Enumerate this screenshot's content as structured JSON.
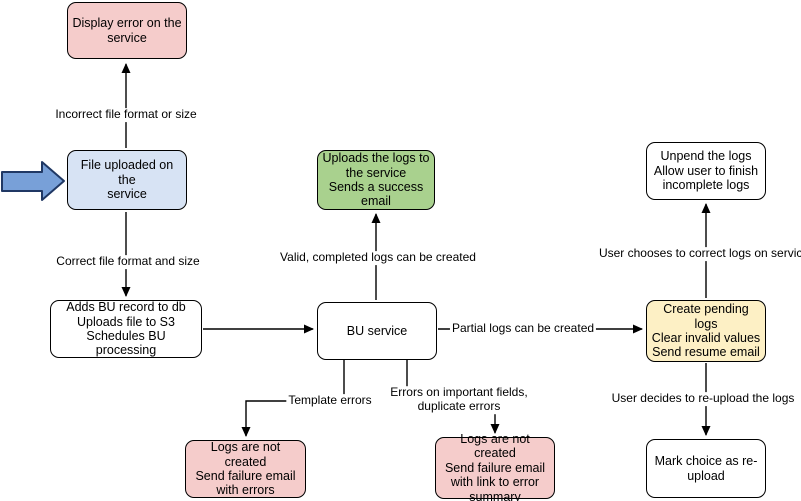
{
  "diagram": {
    "nodes": {
      "display_error": {
        "label": "Display error on the\nservice",
        "fill": "#f5cccb"
      },
      "file_uploaded": {
        "label": "File uploaded on the\nservice",
        "fill": "#d7e3f4"
      },
      "adds_bu_record": {
        "label": "Adds BU record to db\nUploads file to S3\nSchedules BU processing",
        "fill": "#ffffff"
      },
      "bu_service": {
        "label": "BU service",
        "fill": "#ffffff"
      },
      "upload_success": {
        "label": "Uploads the logs to\nthe service\nSends a success\nemail",
        "fill": "#a9d18e"
      },
      "unpend_logs": {
        "label": "Unpend the logs\nAllow user to finish\nincomplete logs",
        "fill": "#ffffff"
      },
      "create_pending_logs": {
        "label": "Create pending logs\nClear invalid values\nSend resume email",
        "fill": "#fdf0c5"
      },
      "mark_reupload": {
        "label": "Mark choice as re-\nupload",
        "fill": "#ffffff"
      },
      "logs_not_created_errors": {
        "label": "Logs are not created\nSend failure email\nwith errors",
        "fill": "#f5cccb"
      },
      "logs_not_created_summary": {
        "label": "Logs are not created\nSend failure email\nwith link to error\nsummary",
        "fill": "#f5cccb"
      }
    },
    "edge_labels": {
      "incorrect_format": "Incorrect file format or size",
      "correct_format": "Correct file format and size",
      "valid_logs": "Valid, completed logs can be created",
      "partial_logs": "Partial logs can be created",
      "user_chooses": "User chooses to correct logs on service",
      "template_errors": "Template errors",
      "errors_fields": "Errors on important fields,\nduplicate errors",
      "user_decides": "User decides to re-upload the logs"
    },
    "colors": {
      "node_border": "#000000",
      "node_pink": "#f5cccb",
      "node_blue": "#d7e3f4",
      "node_green": "#a9d18e",
      "node_yellow": "#fdf0c5",
      "node_white": "#ffffff",
      "connector": "#000000",
      "entry_arrow_fill": "#78a0d8",
      "entry_arrow_stroke": "#203864"
    }
  }
}
